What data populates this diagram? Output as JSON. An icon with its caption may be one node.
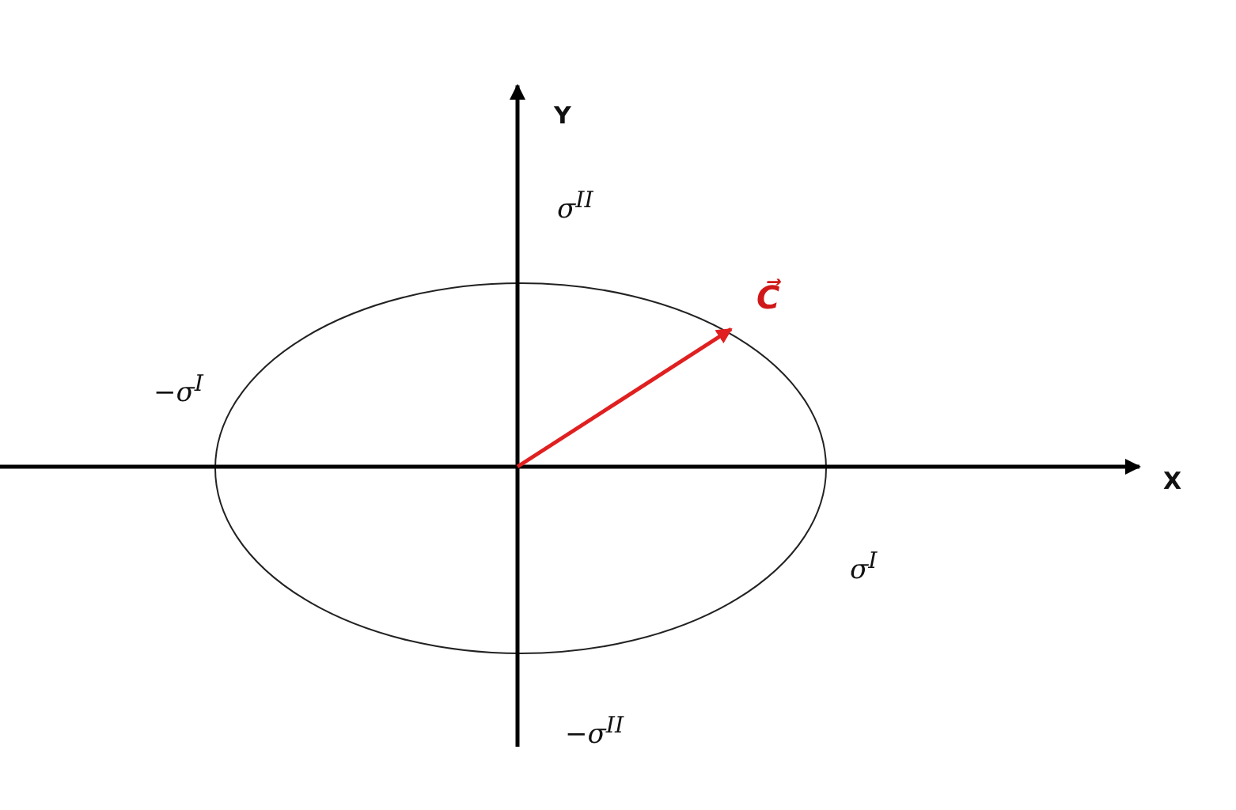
{
  "diagram": {
    "labels": [
      "Y",
      "σ$^{II}$",
      "C⃗",
      "−σ$^{I}$",
      "X",
      "σ$^{I}$",
      "−σ$^{II}$"
    ]
  }
}
